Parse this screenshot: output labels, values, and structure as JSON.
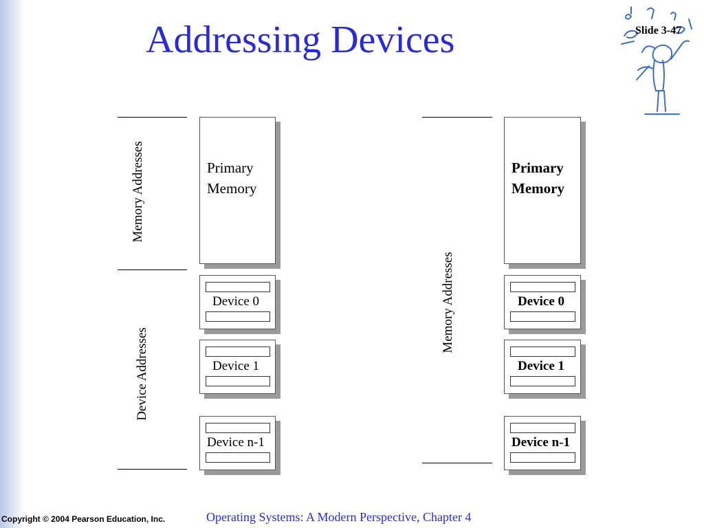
{
  "slide": {
    "title": "Addressing Devices",
    "slide_number": "Slide 3-47",
    "copyright": "Copyright © 2004 Pearson Education, Inc.",
    "footer": "Operating Systems: A Modern Perspective, Chapter 4"
  },
  "left_diagram": {
    "memory_addresses_label": "Memory Addresses",
    "device_addresses_label": "Device Addresses",
    "primary_memory": [
      "Primary",
      "Memory"
    ],
    "devices": [
      "Device 0",
      "Device 1",
      "Device n-1"
    ]
  },
  "right_diagram": {
    "memory_addresses_label": "Memory Addresses",
    "primary_memory": [
      "Primary",
      "Memory"
    ],
    "devices": [
      "Device 0",
      "Device 1",
      "Device n-1"
    ]
  },
  "colors": {
    "title": "#2a2ad6",
    "footer": "#2a2ad6",
    "logo": "#3a6fc4",
    "shadow": "#9a9a9a"
  },
  "icons": {
    "logo": "musician-logo-icon"
  }
}
